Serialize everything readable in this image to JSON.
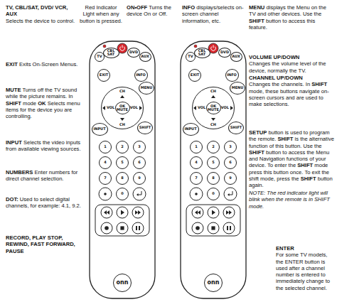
{
  "diagram": {
    "nodes": [
      {
        "text": [
          "TV"
        ]
      },
      {
        "text": [
          "CBL SAT"
        ]
      },
      {
        "text": [
          "DVD"
        ]
      },
      {
        "text": [
          "AUX"
        ]
      },
      {
        "text": [
          "EXIT"
        ]
      },
      {
        "text": [
          "INFO"
        ]
      },
      {
        "text": [
          "MENU"
        ]
      },
      {
        "text": [
          "CH",
          "VOL",
          "VOL",
          "CH"
        ]
      },
      {
        "text": [
          "OK MUTE"
        ],
        "in": 7
      },
      {
        "text": [
          "INPUT"
        ]
      },
      {
        "text": [
          "SHIFT"
        ]
      },
      {
        "text": [
          "1"
        ]
      },
      {
        "text": [
          "2"
        ]
      },
      {
        "text": [
          "3"
        ]
      },
      {
        "text": [
          "4"
        ]
      },
      {
        "text": [
          "5"
        ]
      },
      {
        "text": [
          "6"
        ]
      },
      {
        "text": [
          "7"
        ]
      },
      {
        "text": [
          "8"
        ]
      },
      {
        "text": [
          "9"
        ]
      },
      {
        "text": [
          "0"
        ]
      },
      {
        "text": [
          "onn"
        ]
      },
      {
        "text": [
          "TV"
        ]
      },
      {
        "text": [
          "CBL SAT"
        ]
      },
      {
        "text": [
          "DVD"
        ]
      },
      {
        "text": [
          "AUX"
        ]
      },
      {
        "text": [
          "EXIT"
        ]
      },
      {
        "text": [
          "INFO"
        ]
      },
      {
        "text": [
          "MENU"
        ]
      },
      {
        "text": [
          "CH",
          "VOL",
          "VOL",
          "CH"
        ]
      },
      {
        "text": [
          "OK MUTE"
        ],
        "in": 29
      },
      {
        "text": [
          "INPUT"
        ]
      },
      {
        "text": [
          "SHIFT"
        ]
      },
      {
        "text": [
          "1"
        ]
      },
      {
        "text": [
          "2"
        ]
      },
      {
        "text": [
          "3"
        ]
      },
      {
        "text": [
          "4"
        ]
      },
      {
        "text": [
          "5"
        ]
      },
      {
        "text": [
          "6"
        ]
      },
      {
        "text": [
          "7"
        ]
      },
      {
        "text": [
          "8"
        ]
      },
      {
        "text": [
          "9"
        ]
      },
      {
        "text": [
          "0"
        ]
      },
      {
        "text": [
          "onn"
        ]
      }
    ],
    "labels": [
      "TV, CBL/SAT, DVD/ VCR, AUX",
      "Selects the device to control.",
      "Red Indicator Light when any button is pressed.",
      "ON•OFF",
      "Turns the device On or Off.",
      "EXIT",
      "Exits On-Screen Menus.",
      "MUTE",
      "Turns off the TV sound while the picture remains. In",
      "SHIFT",
      "mode",
      "OK",
      "Selects menu items for the device you are controlling.",
      "INPUT",
      "Selects the video inputs from available viewing sources.",
      "NUMBERS",
      "Enter numbers for direct channel selection.",
      "DOT:",
      "Used to select digital channels, for example: 4.1, 9.2.",
      "RECORD, PLAY STOP, REWIND, FAST FORWARD, PAUSE",
      "INFO",
      "displays/selects on-screen channel information, etc.",
      "MENU",
      "displays the Menu on the TV and other devices. Use the",
      "SHIFT",
      "button to access this feature.",
      "VOLUME UP/DOWN",
      "Changes the volume level of the device, normally the TV.",
      "CHANNEL UP/DOWN",
      "Changes the channels. In",
      "SHIFT",
      "mode, these buttons navigate on-screen cursors and are used to make selections.",
      "SETUP",
      "button is used to program the remote.",
      "SHIFT",
      "is the alternative function of this button. Use the",
      "SHIFT",
      "button to access the Menu and Navigation functions of your device. To enter the",
      "SHIFT",
      "mode press this button once. To exit the shift mode, press the",
      "SHIFT",
      "button again.",
      "NOTE: The red indicator light will blink when the remote is in SHIFT mode.",
      "ENTER",
      "For some TV models, the ENTER button is used after a channel number is entered to immediately change to the selected channel."
    ]
  }
}
